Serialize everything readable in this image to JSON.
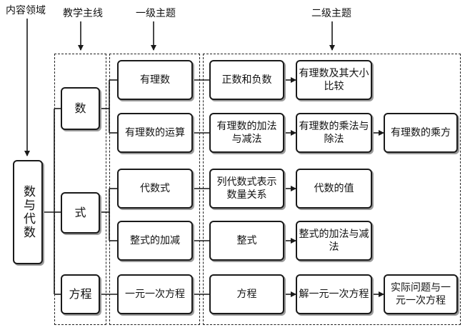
{
  "headers": {
    "content_domain": "内容领域",
    "teaching_mainline": "教学主线",
    "level1_topic": "一级主题",
    "level2_topic": "二级主题"
  },
  "domain": "数与代数",
  "mainlines": [
    "数",
    "式",
    "方程"
  ],
  "level1": [
    "有理数",
    "有理数的运算",
    "代数式",
    "整式的加减",
    "一元一次方程"
  ],
  "level2": {
    "r1": [
      "正数和负数",
      "有理数及其大小比较"
    ],
    "r2": [
      "有理数的加法与减法",
      "有理数的乘法与除法",
      "有理数的乘方"
    ],
    "r3": [
      "列代数式表示数量关系",
      "代数的值"
    ],
    "r4": [
      "整式",
      "整式的加法与减法"
    ],
    "r5": [
      "方程",
      "解一元一次方程",
      "实际问题与一元一次方程"
    ]
  }
}
